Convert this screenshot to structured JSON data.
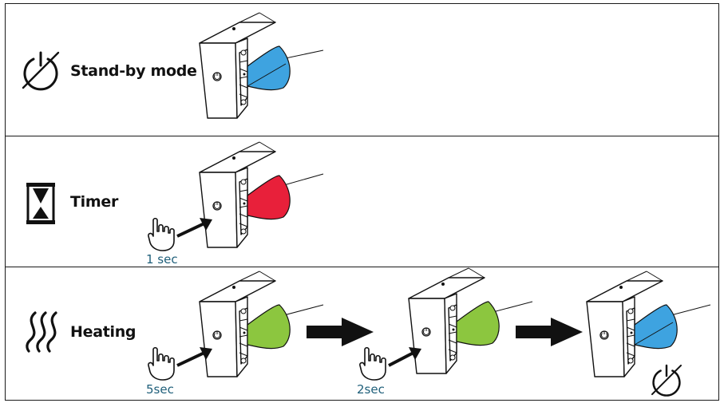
{
  "modes": [
    {
      "id": "standby",
      "label": "Stand-by mode",
      "icon": "power-off-icon",
      "led_color": "#3ea3e0"
    },
    {
      "id": "timer",
      "label": "Timer",
      "icon": "hourglass-icon",
      "led_color": "#e8203a",
      "press_duration": "1 sec"
    },
    {
      "id": "heating",
      "label": "Heating",
      "icon": "heat-waves-icon",
      "led_color": "#8cc63f",
      "press_duration_first": "5sec",
      "press_duration_second": "2sec",
      "result_led_color": "#3ea3e0",
      "result_icon": "power-off-icon"
    }
  ],
  "colors": {
    "border": "#1a1a1a",
    "duration_text": "#1f5f7a",
    "ink": "#111111"
  }
}
